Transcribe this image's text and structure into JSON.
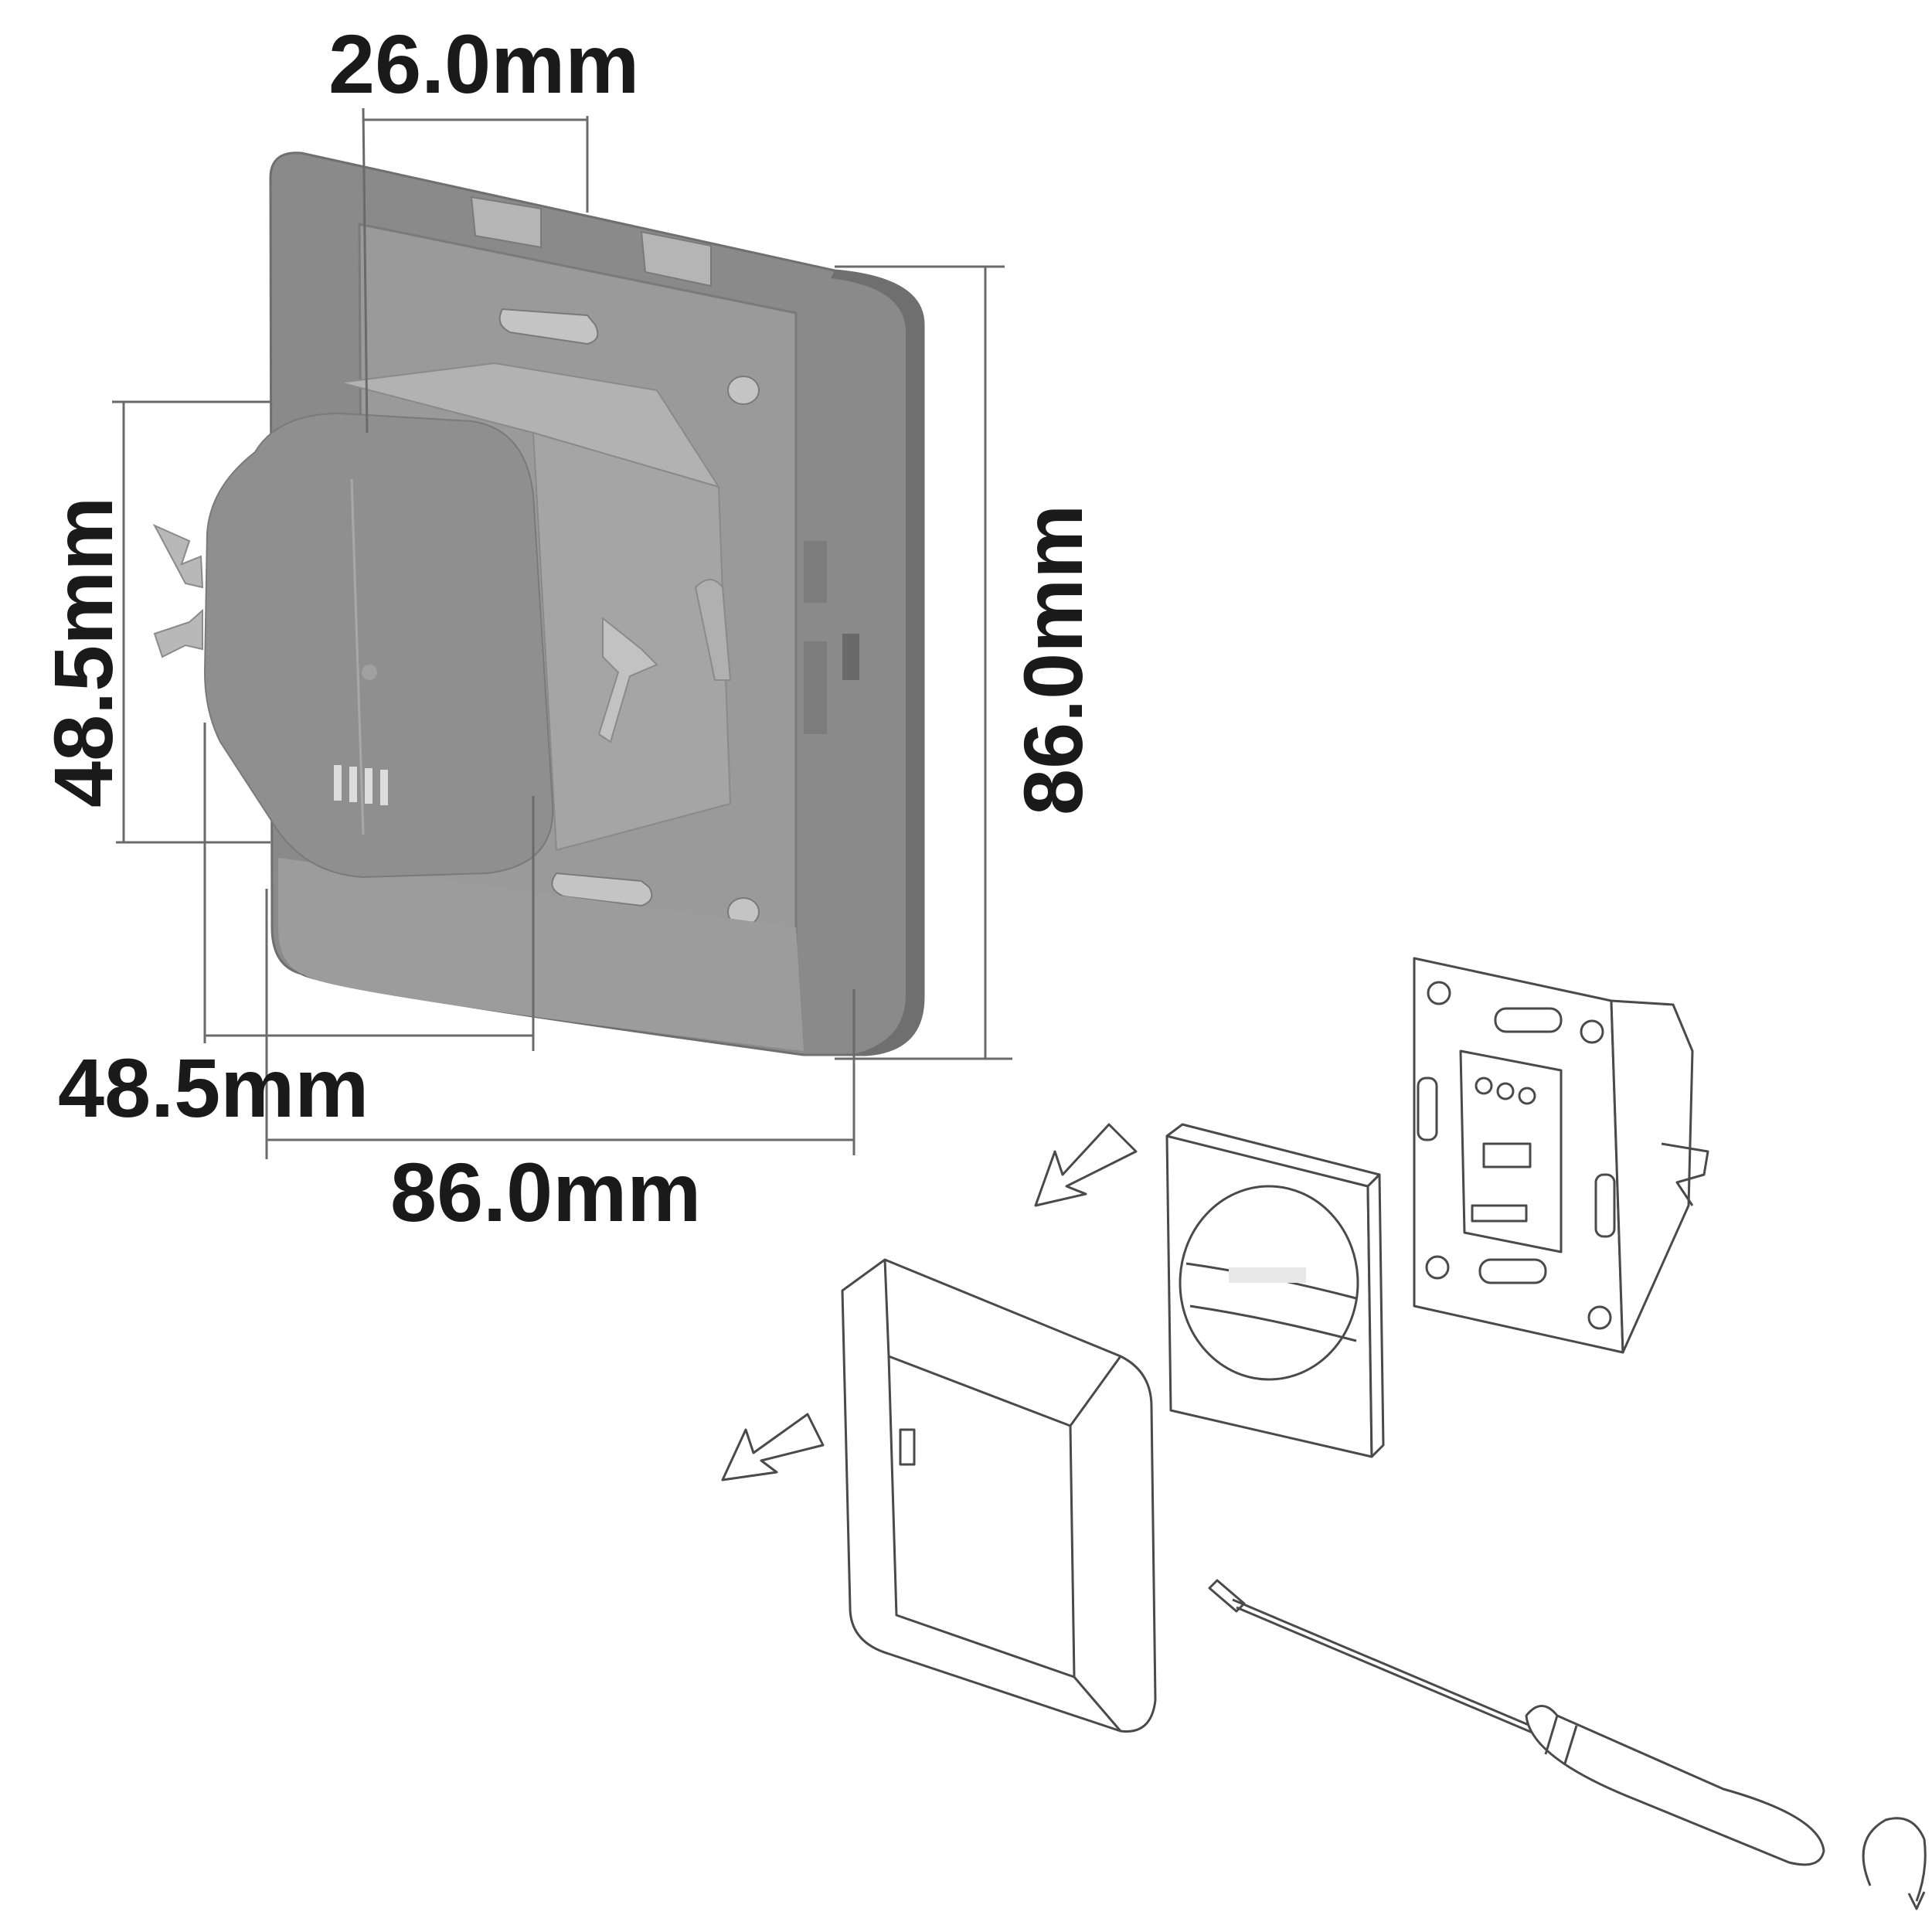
{
  "dimensions": {
    "depth_top": "26.0mm",
    "module_height_left": "48.5mm",
    "frame_height_right": "86.0mm",
    "module_width_bottom": "48.5mm",
    "frame_width_bottom": "86.0mm"
  },
  "colors": {
    "frame": "#8a8a8a",
    "frame_edge": "#6f6f6f",
    "plate": "#9a9a9a",
    "module_face": "#8f8f8f",
    "module_side": "#a5a5a5",
    "module_top": "#b2b2b2",
    "dimension_line": "#6a6a6a",
    "label": "#1a1a1a",
    "drawing_stroke": "#4a4a4a"
  },
  "icons": {
    "removal_arrow_1": "arrow-down-left-icon",
    "removal_arrow_2": "arrow-down-left-icon",
    "rotate_hint": "rotate-arrow-icon"
  }
}
